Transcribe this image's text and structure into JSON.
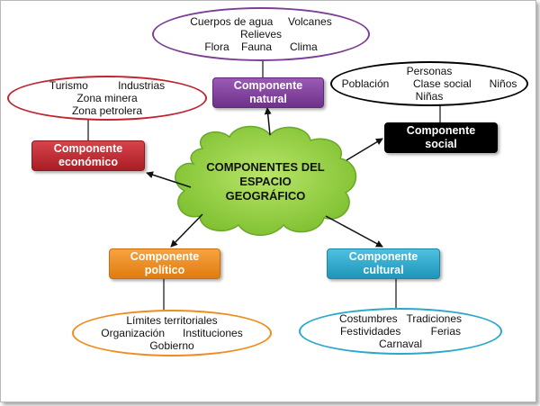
{
  "center": {
    "line1": "COMPONENTES DEL",
    "line2": "ESPACIO",
    "line3": "GEOGRÁFICO"
  },
  "natural": {
    "title1": "Componente",
    "title2": "natural",
    "row1": "Cuerpos de agua     Volcanes",
    "row2": "Relieves",
    "row3": "Flora    Fauna      Clima"
  },
  "social": {
    "title1": "Componente",
    "title2": "social",
    "row1": "Personas",
    "row2": "Población        Clase social      Niños",
    "row3": "Niñas"
  },
  "economico": {
    "title1": "Componente",
    "title2": "económico",
    "row1": "Turismo          Industrias",
    "row2": "Zona minera",
    "row3": "Zona petrolera"
  },
  "politico": {
    "title1": "Componente",
    "title2": "político",
    "row1": "Límites territoriales",
    "row2": "Organización      Instituciones",
    "row3": "Gobierno"
  },
  "cultural": {
    "title1": "Componente",
    "title2": "cultural",
    "row1": "Costumbres   Tradiciones",
    "row2": "Festividades          Ferias",
    "row3": "Carnaval"
  },
  "colors": {
    "natural": "#7c3f96",
    "social": "#000000",
    "economico": "#c0252e",
    "politico": "#f08c1e",
    "cultural": "#2aa8cc",
    "cloud": "#8ecf3c"
  }
}
